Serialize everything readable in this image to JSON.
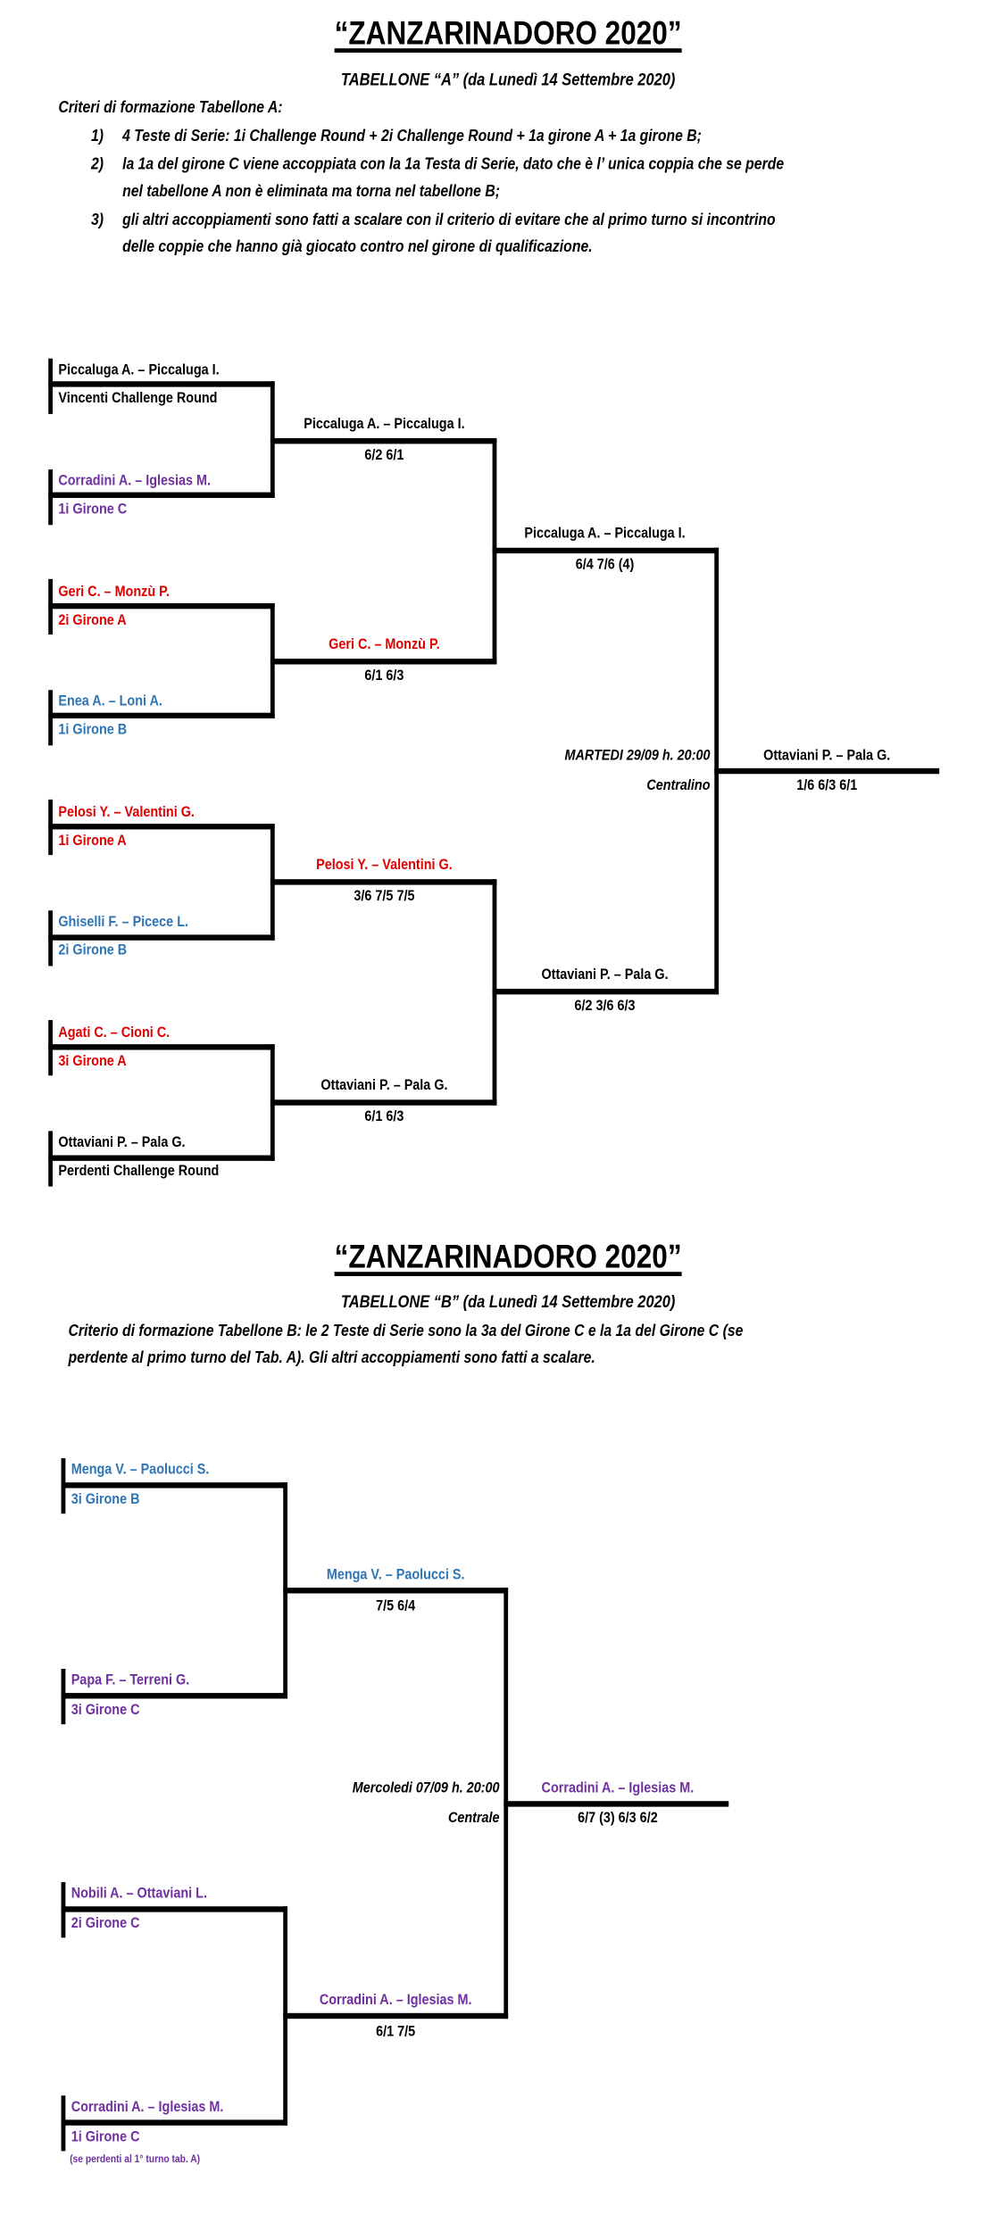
{
  "colors": {
    "red": "#e00000",
    "blue": "#2e75b6",
    "purple": "#7030a0"
  },
  "tab_a": {
    "title": "“ZANZARINADORO  2020”",
    "subtitle": "TABELLONE “A” (da Lunedì 14 Settembre 2020)",
    "criteria_heading": "Criteri di formazione Tabellone A:",
    "criteria": [
      {
        "num": "1)",
        "lines": [
          "4 Teste di Serie: 1i Challenge Round + 2i Challenge Round + 1a girone A + 1a girone B;"
        ]
      },
      {
        "num": "2)",
        "lines": [
          "la 1a del girone C viene accoppiata con la 1a Testa di Serie, dato che è l’ unica coppia che se perde",
          "nel tabellone A non è eliminata ma torna nel tabellone B;"
        ]
      },
      {
        "num": "3)",
        "lines": [
          "gli altri accoppiamenti sono fatti a scalare con il criterio di evitare che al primo turno si incontrino",
          "delle coppie che hanno già giocato contro nel girone di qualificazione."
        ]
      }
    ],
    "round1": [
      {
        "name": "Piccaluga A. – Piccaluga I.",
        "label": "Vincenti Challenge Round"
      },
      {
        "name": "Corradini A. – Iglesias M.",
        "label": "1i Girone C"
      },
      {
        "name": "Geri C. – Monzù P.",
        "label": "2i Girone A"
      },
      {
        "name": "Enea A. – Loni A.",
        "label": "1i Girone B"
      },
      {
        "name": "Pelosi Y. – Valentini G.",
        "label": "1i Girone A"
      },
      {
        "name": "Ghiselli F. – Picece L.",
        "label": "2i Girone B"
      },
      {
        "name": "Agati C. – Cioni C.",
        "label": "3i Girone A"
      },
      {
        "name": "Ottaviani P. – Pala G.",
        "label": "Perdenti Challenge Round"
      }
    ],
    "round2": [
      {
        "winner": "Piccaluga A. – Piccaluga I.",
        "score": "6/2  6/1"
      },
      {
        "winner": "Geri C. – Monzù P.",
        "score": "6/1  6/3"
      },
      {
        "winner": "Pelosi Y. – Valentini G.",
        "score": "3/6  7/5  7/5"
      },
      {
        "winner": "Ottaviani P. – Pala G.",
        "score": "6/1  6/3"
      }
    ],
    "semis": [
      {
        "winner": "Piccaluga A. – Piccaluga I.",
        "score": "6/4  7/6 (4)"
      },
      {
        "winner": "Ottaviani P. – Pala G.",
        "score": "6/2  3/6  6/3"
      }
    ],
    "final": {
      "date": "MARTEDI 29/09 h. 20:00",
      "court": "Centralino",
      "winner": "Ottaviani P. – Pala G.",
      "score": "1/6  6/3  6/1"
    }
  },
  "tab_b": {
    "title": "“ZANZARINADORO  2020”",
    "subtitle": "TABELLONE “B” (da Lunedì 14 Settembre 2020)",
    "criteria_lines": [
      "Criterio di formazione Tabellone B: le 2 Teste di Serie sono la 3a del Girone C e la 1a del Girone C (se",
      "perdente al primo turno del Tab. A). Gli altri accoppiamenti sono fatti a scalare."
    ],
    "round1": [
      {
        "name": "Menga V. – Paolucci S.",
        "label": "3i Girone B"
      },
      {
        "name": "Papa F. – Terreni G.",
        "label": "3i Girone C"
      },
      {
        "name": "Nobili A. – Ottaviani L.",
        "label": "2i Girone C"
      },
      {
        "name": "Corradini A. – Iglesias M.",
        "label": "1i Girone C"
      }
    ],
    "note": "(se perdenti al 1° turno tab. A)",
    "semis": [
      {
        "winner": "Menga V. – Paolucci S.",
        "score": "7/5  6/4"
      },
      {
        "winner": "Corradini A. – Iglesias M.",
        "score": "6/1  7/5"
      }
    ],
    "final": {
      "date": "Mercoledi 07/09 h. 20:00",
      "court": "Centrale",
      "winner": "Corradini A. – Iglesias M.",
      "score": "6/7 (3)  6/3  6/2"
    }
  }
}
